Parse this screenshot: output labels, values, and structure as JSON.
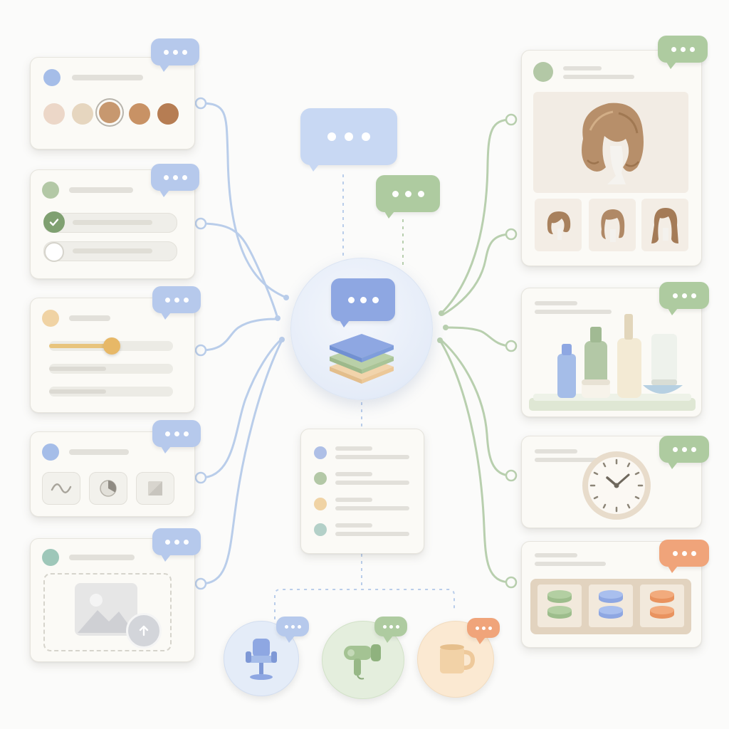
{
  "colors": {
    "blue_accent": "#b6c9ec",
    "green_accent": "#aecba0",
    "orange_accent": "#f0a47a",
    "blue_wire": "#b9cdea",
    "green_wire": "#b8cfae",
    "card_bg": "#fbfaf6"
  },
  "center_hub": {
    "icon": "stacked-layers-chat-icon"
  },
  "left_cards": [
    {
      "name": "color-swatch-card",
      "icon": "palette-swatches",
      "swatch_colors": [
        "#ecd7c8",
        "#e6d6bf",
        "#c7986f",
        "#c89265",
        "#b67d53"
      ]
    },
    {
      "name": "checklist-card",
      "icon": "checkbox-list"
    },
    {
      "name": "slider-card",
      "icon": "slider-controls",
      "slider_level": 0.46
    },
    {
      "name": "chart-type-card",
      "icon": "wave-pie-square-tiles"
    },
    {
      "name": "image-upload-card",
      "icon": "image-upload-icon"
    }
  ],
  "right_cards": [
    {
      "name": "hairstyle-gallery-card",
      "icon": "hair-wig-icon"
    },
    {
      "name": "products-shelf-card",
      "icon": "cosmetics-bottles-icon"
    },
    {
      "name": "clock-card",
      "icon": "clock-icon"
    },
    {
      "name": "storage-tray-card",
      "icon": "tray-compartments-icon"
    }
  ],
  "center_list": {
    "dot_colors": [
      "#aebfe6",
      "#b3c8a6",
      "#f0d3a4",
      "#b3d0c8"
    ]
  },
  "bottom_nodes": [
    {
      "name": "barber-chair-node",
      "icon": "barber-chair-icon"
    },
    {
      "name": "hair-dryer-node",
      "icon": "hair-dryer-icon"
    },
    {
      "name": "coffee-mug-node",
      "icon": "coffee-mug-icon"
    }
  ]
}
